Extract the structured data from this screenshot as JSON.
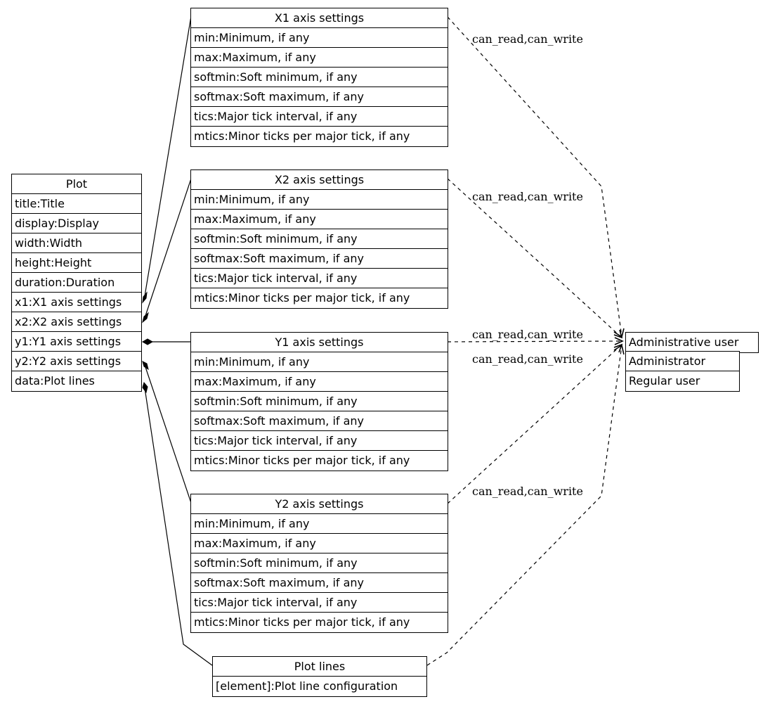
{
  "classes": {
    "plot": {
      "title": "Plot",
      "attributes": [
        "title:Title",
        "display:Display",
        "width:Width",
        "height:Height",
        "duration:Duration",
        "x1:X1 axis settings",
        "x2:X2 axis settings",
        "y1:Y1 axis settings",
        "y2:Y2 axis settings",
        "data:Plot lines"
      ]
    },
    "x1": {
      "title": "X1 axis settings",
      "attributes": [
        "min:Minimum, if any",
        "max:Maximum, if any",
        "softmin:Soft minimum, if any",
        "softmax:Soft maximum, if any",
        "tics:Major tick interval, if any",
        "mtics:Minor ticks per major tick, if any"
      ]
    },
    "x2": {
      "title": "X2 axis settings",
      "attributes": [
        "min:Minimum, if any",
        "max:Maximum, if any",
        "softmin:Soft minimum, if any",
        "softmax:Soft maximum, if any",
        "tics:Major tick interval, if any",
        "mtics:Minor ticks per major tick, if any"
      ]
    },
    "y1": {
      "title": "Y1 axis settings",
      "attributes": [
        "min:Minimum, if any",
        "max:Maximum, if any",
        "softmin:Soft minimum, if any",
        "softmax:Soft maximum, if any",
        "tics:Major tick interval, if any",
        "mtics:Minor ticks per major tick, if any"
      ]
    },
    "y2": {
      "title": "Y2 axis settings",
      "attributes": [
        "min:Minimum, if any",
        "max:Maximum, if any",
        "softmin:Soft minimum, if any",
        "softmax:Soft maximum, if any",
        "tics:Major tick interval, if any",
        "mtics:Minor ticks per major tick, if any"
      ]
    },
    "plotlines": {
      "title": "Plot lines",
      "attributes": [
        "[element]:Plot line configuration"
      ]
    },
    "admin": {
      "title": "Administrative user",
      "attributes": [
        "Administrator",
        "Regular user"
      ]
    }
  },
  "edge_labels": {
    "x1": "can_read,can_write",
    "x2": "can_read,can_write",
    "y1": "can_read,can_write",
    "y2": "can_read,can_write",
    "plotlines": "can_read,can_write"
  }
}
